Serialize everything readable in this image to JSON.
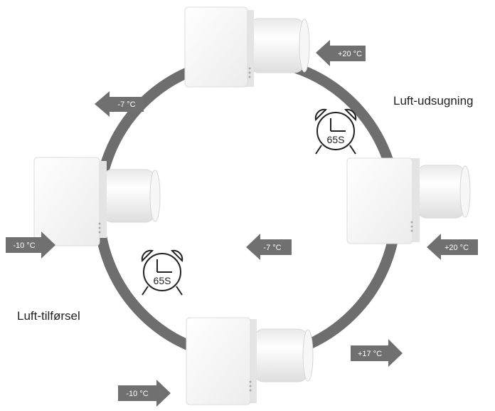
{
  "labels": {
    "exhaust": "Luft-udsugning",
    "supply": "Luft-tilførsel"
  },
  "timers": [
    {
      "text": "65S"
    },
    {
      "text": "65S"
    }
  ],
  "arrows": {
    "top_in": "+20 °C",
    "top_out": "-7 °C",
    "left_in": "-10 °C",
    "center": "-7 °C",
    "right_in": "+20 °C",
    "bottom_out": "+17 °C",
    "bottom_in": "-10 °C"
  },
  "colors": {
    "ring": "#6e6e6e",
    "arrow": "#707070",
    "arrow_text": "#ffffff",
    "unit_face": "#f6f6f6",
    "tube": "#fbfbfb"
  }
}
